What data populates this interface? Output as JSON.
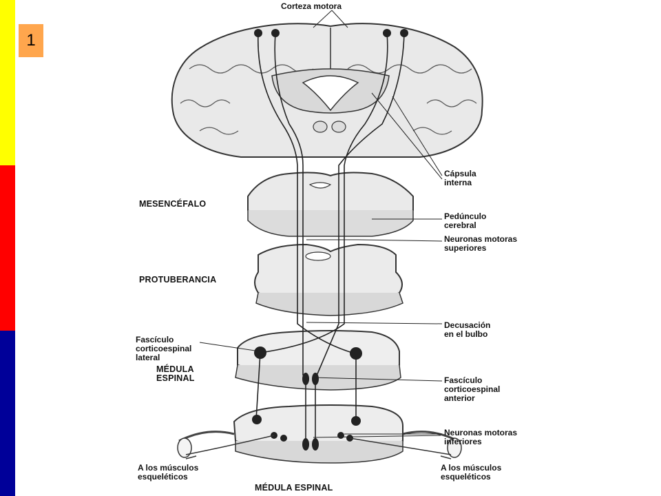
{
  "slide_number": "1",
  "stripes": [
    "#ffff00",
    "#ff0000",
    "#000099"
  ],
  "labels": {
    "corteza_motora": "Corteza motora",
    "capsula_interna_1": "Cápsula",
    "capsula_interna_2": "interna",
    "mesencefalo": "MESENCÉFALO",
    "pedunculo_1": "Pedúnculo",
    "pedunculo_2": "cerebral",
    "neuronas_sup_1": "Neuronas motoras",
    "neuronas_sup_2": "superiores",
    "protuberancia": "PROTUBERANCIA",
    "decusacion_1": "Decusación",
    "decusacion_2": "en el bulbo",
    "fasciculo_lat_1": "Fascículo",
    "fasciculo_lat_2": "corticoespinal",
    "fasciculo_lat_3": "lateral",
    "medula_1": "MÉDULA",
    "medula_2": "ESPINAL",
    "fasciculo_ant_1": "Fascículo",
    "fasciculo_ant_2": "corticoespinal",
    "fasciculo_ant_3": "anterior",
    "neuronas_inf_1": "Neuronas motoras",
    "neuronas_inf_2": "inferiores",
    "musculos_left_1": "A los músculos",
    "musculos_left_2": "esqueléticos",
    "musculos_right_1": "A los músculos",
    "musculos_right_2": "esqueléticos",
    "medula_bottom": "MÉDULA ESPINAL"
  }
}
